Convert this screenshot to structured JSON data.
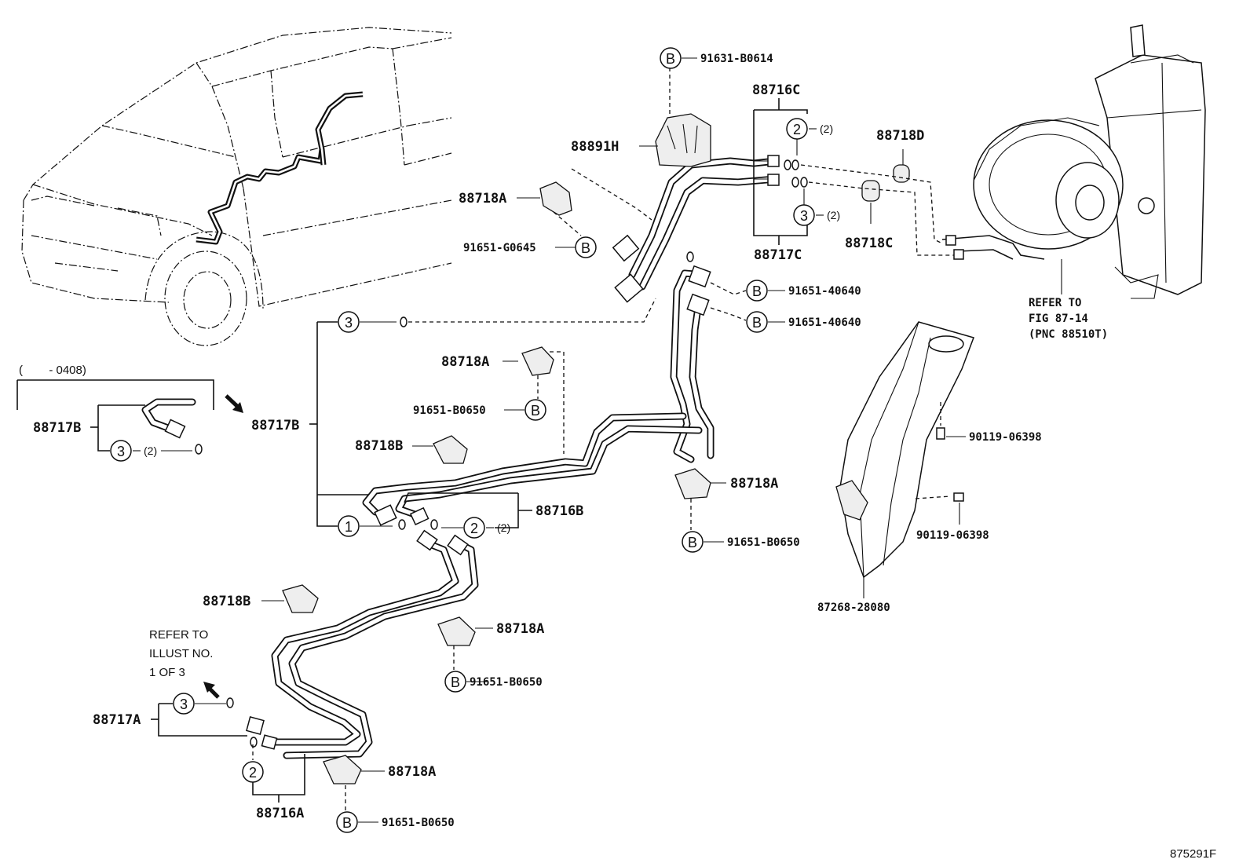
{
  "part_labels": {
    "p88716A": "88716A",
    "p88716B": "88716B",
    "p88716C": "88716C",
    "p88717A": "88717A",
    "p88717B_main": "88717B",
    "p88717B_old": "88717B",
    "p88717C": "88717C",
    "p88718A_1": "88718A",
    "p88718A_2": "88718A",
    "p88718A_3": "88718A",
    "p88718A_4": "88718A",
    "p88718A_5": "88718A",
    "p88718B_1": "88718B",
    "p88718B_2": "88718B",
    "p88718C": "88718C",
    "p88718D": "88718D",
    "p88891H": "88891H",
    "p91631": "91631-B0614",
    "p91651_G0645": "91651-G0645",
    "p91651_40640_a": "91651-40640",
    "p91651_40640_b": "91651-40640",
    "p91651_B0650_1": "91651-B0650",
    "p91651_B0650_2": "91651-B0650",
    "p91651_B0650_3": "91651-B0650",
    "p91651_B0650_4": "91651-B0650",
    "p90119_a": "90119-06398",
    "p90119_b": "90119-06398",
    "p87268": "87268-28080"
  },
  "callouts": {
    "b": "B",
    "one": "1",
    "two": "2",
    "three": "3",
    "qty2": "(2)"
  },
  "notes": {
    "fig_refer_1": "REFER TO",
    "fig_refer_2": "FIG 87-14",
    "fig_refer_3": "(PNC 88510T)",
    "illust_1": "REFER TO",
    "illust_2": "ILLUST NO.",
    "illust_3": "1 OF 3",
    "date_range": "(        - 0408)"
  },
  "figure_code": "875291F"
}
